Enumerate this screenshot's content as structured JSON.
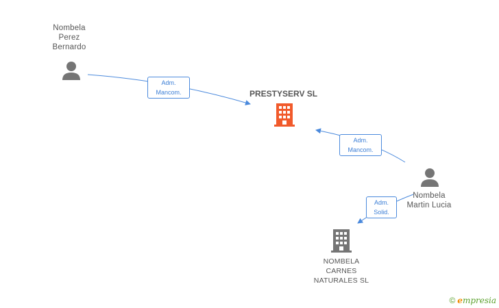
{
  "colors": {
    "edge": "#4a89dc",
    "person": "#757575",
    "focus_company": "#f15a2b",
    "company": "#757575",
    "text": "#555555",
    "brand_green": "#5aa02c",
    "brand_orange": "#f08c00"
  },
  "nodes": {
    "person_bernardo": {
      "lines": [
        "Nombela",
        "Perez",
        "Bernardo"
      ],
      "icon": "person-icon"
    },
    "person_lucia": {
      "lines": [
        "Nombela",
        "Martin Lucia"
      ],
      "icon": "person-icon"
    },
    "company_prestyserv": {
      "title": "PRESTYSERV SL",
      "icon": "building-icon"
    },
    "company_nombela": {
      "lines": [
        "NOMBELA",
        "CARNES",
        "NATURALES SL"
      ],
      "icon": "building-icon"
    }
  },
  "edges": [
    {
      "from": "person_bernardo",
      "to": "company_prestyserv",
      "lines": [
        "Adm.",
        "Mancom."
      ]
    },
    {
      "from": "person_lucia",
      "to": "company_prestyserv",
      "lines": [
        "Adm.",
        "Mancom."
      ]
    },
    {
      "from": "person_lucia",
      "to": "company_nombela",
      "lines": [
        "Adm.",
        "Solid."
      ]
    }
  ],
  "brand": {
    "copyright": "©",
    "initial": "e",
    "rest": "mpresia"
  }
}
